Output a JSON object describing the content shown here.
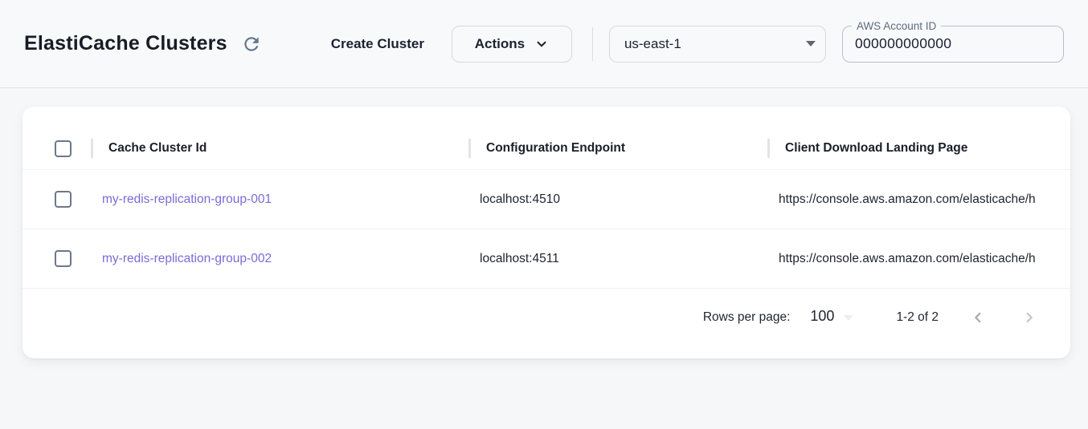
{
  "header": {
    "title": "ElastiCache Clusters",
    "create_cluster_label": "Create Cluster",
    "actions_label": "Actions",
    "region_selected": "us-east-1",
    "account_label": "AWS Account ID",
    "account_value": "000000000000"
  },
  "table": {
    "columns": [
      "Cache Cluster Id",
      "Configuration Endpoint",
      "Client Download Landing Page"
    ],
    "rows": [
      {
        "cache_cluster_id": "my-redis-replication-group-001",
        "configuration_endpoint": "localhost:4510",
        "client_download_landing_page": "https://console.aws.amazon.com/elasticache/h"
      },
      {
        "cache_cluster_id": "my-redis-replication-group-002",
        "configuration_endpoint": "localhost:4511",
        "client_download_landing_page": "https://console.aws.amazon.com/elasticache/h"
      }
    ]
  },
  "pagination": {
    "rows_per_page_label": "Rows per page:",
    "rows_per_page_value": "100",
    "range_label": "1-2 of 2"
  },
  "icons": {
    "refresh": "circular-arrow-clockwise",
    "actions_chevron": "chevron-down",
    "region_caret": "triangle-down",
    "rows_per_page_caret": "triangle-down",
    "prev": "chevron-left",
    "next": "chevron-right"
  },
  "colors": {
    "link_purple": "#7d6ad6",
    "slate_icon": "#64748b",
    "header_bg": "#f8f9fb",
    "page_bg": "#f6f7f9",
    "card_bg": "#ffffff",
    "border": "#e0e2e8"
  }
}
